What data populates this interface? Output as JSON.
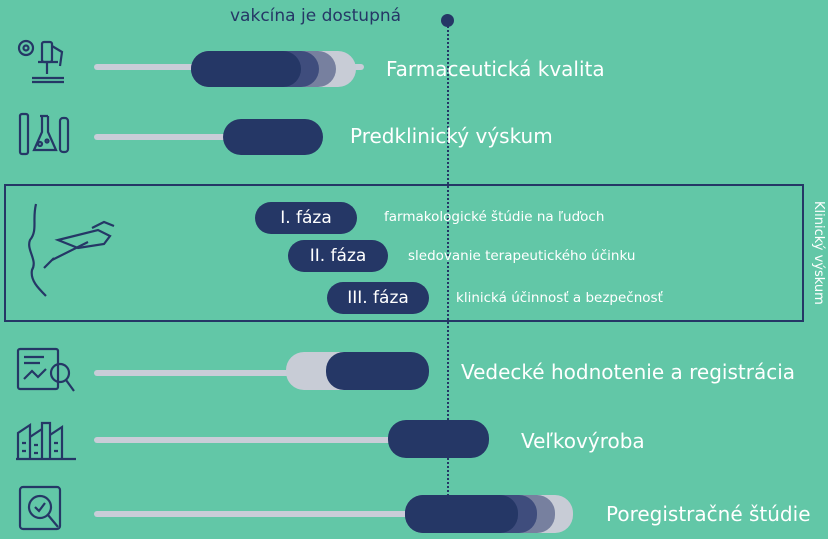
{
  "milestone": "vakcína je dostupná",
  "side_label": "Klinický výskum",
  "rows": [
    {
      "label": "Farmaceutická kvalita",
      "icon": "microscope-icon"
    },
    {
      "label": "Predklinický výskum",
      "icon": "lab-flasks-icon"
    },
    {
      "label": "Vedecké hodnotenie a registrácia",
      "icon": "document-magnifier-icon"
    },
    {
      "label": "Veľkovýroba",
      "icon": "factory-icon"
    },
    {
      "label": "Poregistračné štúdie",
      "icon": "monitoring-icon"
    }
  ],
  "clinical_icon": "vaccination-icon",
  "phases": [
    {
      "name": "I. fáza",
      "desc": "farmakologické štúdie na ľuďoch"
    },
    {
      "name": "II. fáza",
      "desc": "sledovanie terapeutického účinku"
    },
    {
      "name": "III. fáza",
      "desc": "klinická účinnosť a bezpečnosť"
    }
  ],
  "colors": {
    "background": "#62c7a7",
    "navy": "#253766",
    "rail": "#c9cdd8"
  }
}
